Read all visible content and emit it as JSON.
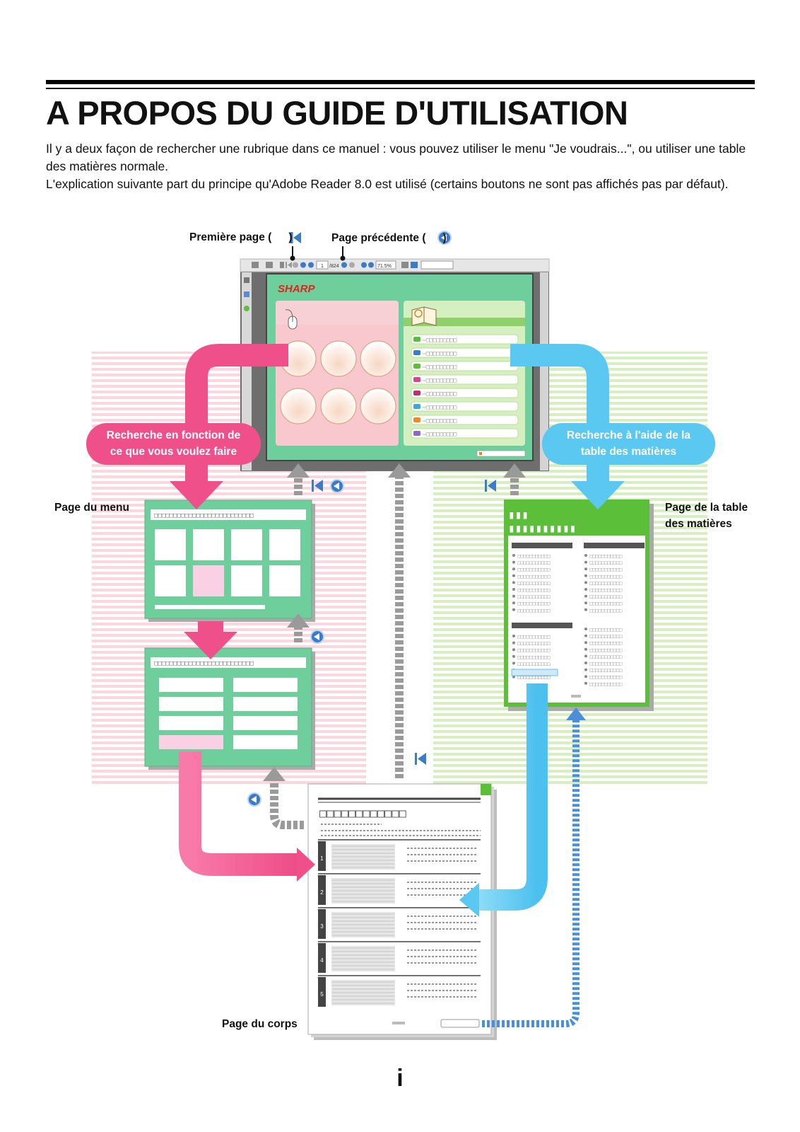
{
  "header": {
    "title": "A PROPOS DU GUIDE D'UTILISATION"
  },
  "intro": {
    "paragraph1": "Il y a deux façon de rechercher une rubrique dans ce manuel : vous pouvez utiliser le menu \"Je voudrais...\", ou utiliser une table des matières normale.",
    "paragraph2": "L'explication suivante part du principe qu'Adobe Reader 8.0 est utilisé (certains boutons ne sont pas affichés pas par défaut)."
  },
  "diagram": {
    "first_page_label": "Première page (",
    "prev_page_label": "Page précédente (",
    "close_paren": ")",
    "search_by_task": [
      "Recherche en fonction de",
      "ce que vous voulez faire"
    ],
    "search_by_toc": [
      "Recherche à l'aide de la",
      "table des matières"
    ],
    "menu_page": "Page du menu",
    "toc_page": [
      "Page de la table",
      "des matières"
    ],
    "body_page": "Page du corps",
    "logo": "SHARP",
    "reader_page_field": "1",
    "reader_page_total": "/824",
    "reader_zoom": "71.5%",
    "body_chapters": [
      "1",
      "2",
      "3",
      "4",
      "5"
    ],
    "colors": {
      "pink": "#f0508a",
      "blue": "#5ac8f0",
      "green_panel": "#6ecf9c",
      "toc_green": "#5cbf3a",
      "grey_arrow": "#9a9a9a",
      "dotted_blue": "#4a90d8",
      "icon_blue": "#3a7cc8"
    }
  },
  "footer": {
    "page_number": "i"
  }
}
